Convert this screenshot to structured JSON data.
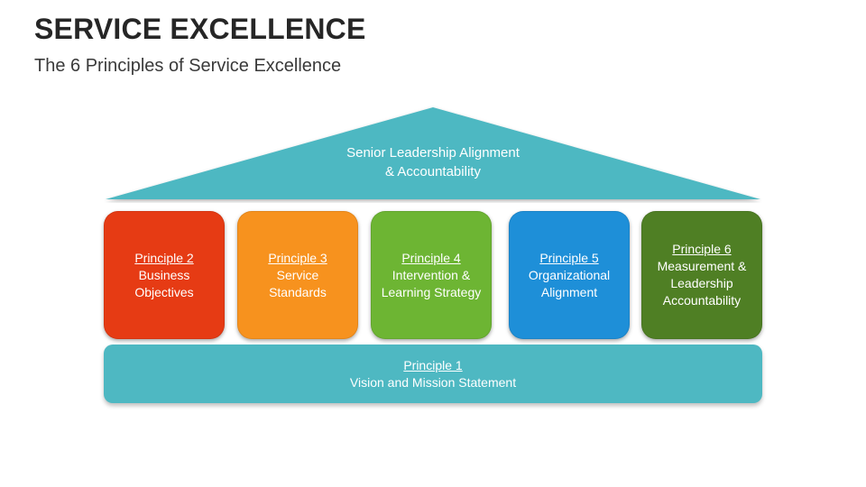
{
  "header": {
    "title": "SERVICE EXCELLENCE",
    "subtitle": "The 6 Principles of Service Excellence"
  },
  "roof": {
    "line1": "Senior Leadership Alignment",
    "line2": "& Accountability",
    "color": "#4eb8c2"
  },
  "pillars": [
    {
      "heading": "Principle 2",
      "lines": [
        "Business",
        "Objectives"
      ],
      "color": "#e63b14"
    },
    {
      "heading": "Principle 3",
      "lines": [
        "Service",
        "Standards"
      ],
      "color": "#f7921e"
    },
    {
      "heading": "Principle 4",
      "lines": [
        "Intervention &",
        "Learning Strategy"
      ],
      "color": "#6db533"
    },
    {
      "heading": "Principle 5",
      "lines": [
        "Organizational",
        "Alignment"
      ],
      "color": "#1e8fd8"
    },
    {
      "heading": "Principle 6",
      "lines": [
        "Measurement &",
        "Leadership",
        "Accountability"
      ],
      "color": "#4f7f24"
    }
  ],
  "base": {
    "heading": "Principle 1",
    "line": "Vision and Mission Statement",
    "color": "#4eb8c2"
  }
}
